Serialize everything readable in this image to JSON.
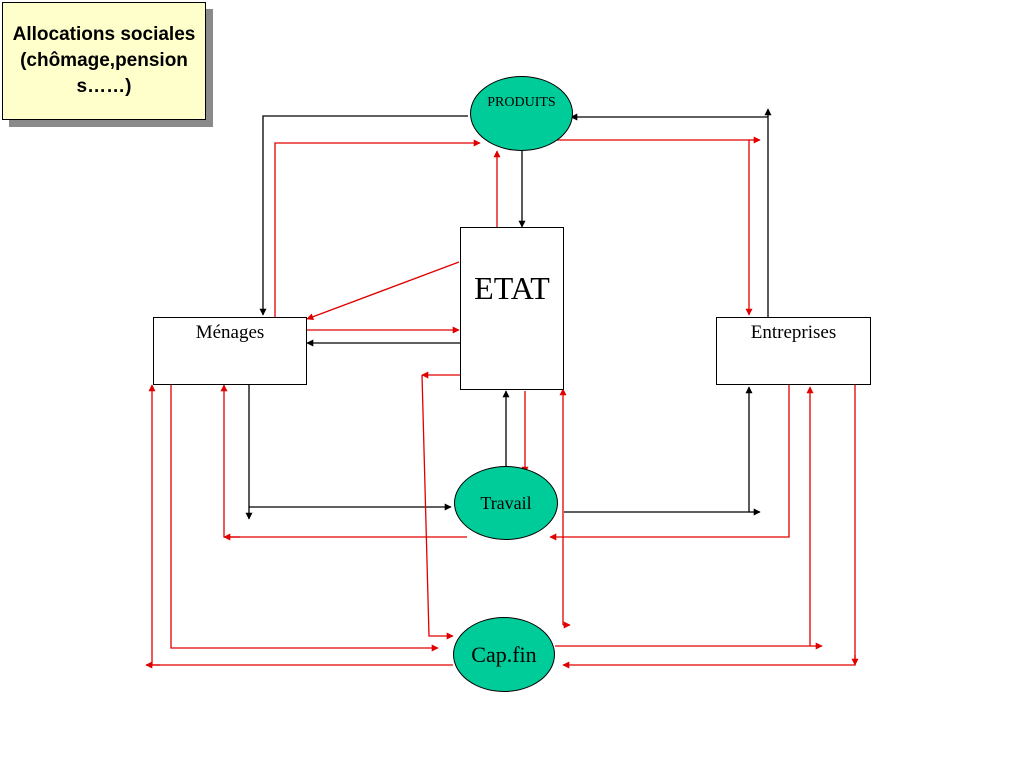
{
  "callout": {
    "text": "Allocations sociales (chômage,pensions……)"
  },
  "nodes": {
    "produits": "PRODUITS",
    "etat": "ETAT",
    "menages": "Ménages",
    "entreprises": "Entreprises",
    "travail": "Travail",
    "capfin": "Cap.fin"
  },
  "colors": {
    "goods_flow": "#000000",
    "money_flow": "#e00000",
    "oval_fill": "#00cc99",
    "callout_fill": "#ffffcc",
    "callout_shadow": "#8a8a8a"
  }
}
